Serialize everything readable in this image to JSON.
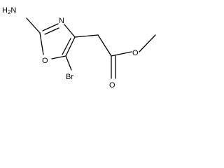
{
  "molecule": {
    "atoms": {
      "amine": "H2N",
      "ring_nitrogen": "N",
      "ring_oxygen": "O",
      "bromine": "Br",
      "ester_oxygen_double": "O",
      "ester_oxygen_single": "O"
    },
    "colors": {
      "bond": "#000000",
      "label": "#000000",
      "background": "#ffffff"
    }
  }
}
